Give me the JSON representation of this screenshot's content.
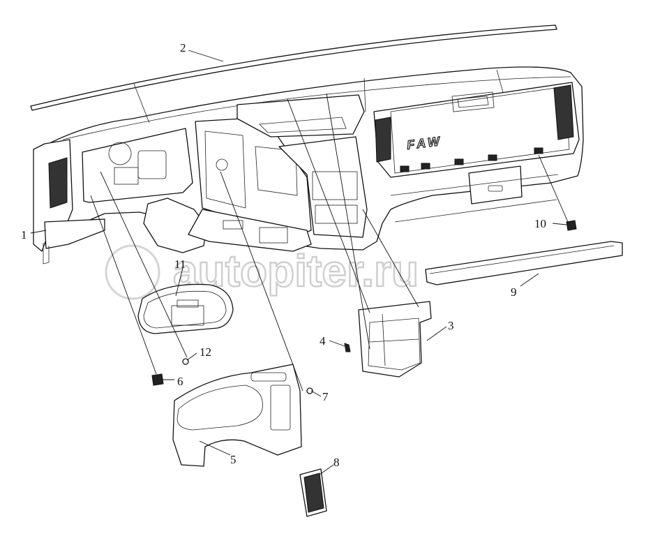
{
  "watermark": "autopiter.ru",
  "dash_logo": "FAW",
  "callouts": [
    {
      "id": "1",
      "label": "1"
    },
    {
      "id": "2",
      "label": "2"
    },
    {
      "id": "3",
      "label": "3"
    },
    {
      "id": "4",
      "label": "4"
    },
    {
      "id": "5",
      "label": "5"
    },
    {
      "id": "6",
      "label": "6"
    },
    {
      "id": "7",
      "label": "7"
    },
    {
      "id": "8",
      "label": "8"
    },
    {
      "id": "9",
      "label": "9"
    },
    {
      "id": "10",
      "label": "10"
    },
    {
      "id": "11",
      "label": "11"
    },
    {
      "id": "12",
      "label": "12"
    }
  ]
}
